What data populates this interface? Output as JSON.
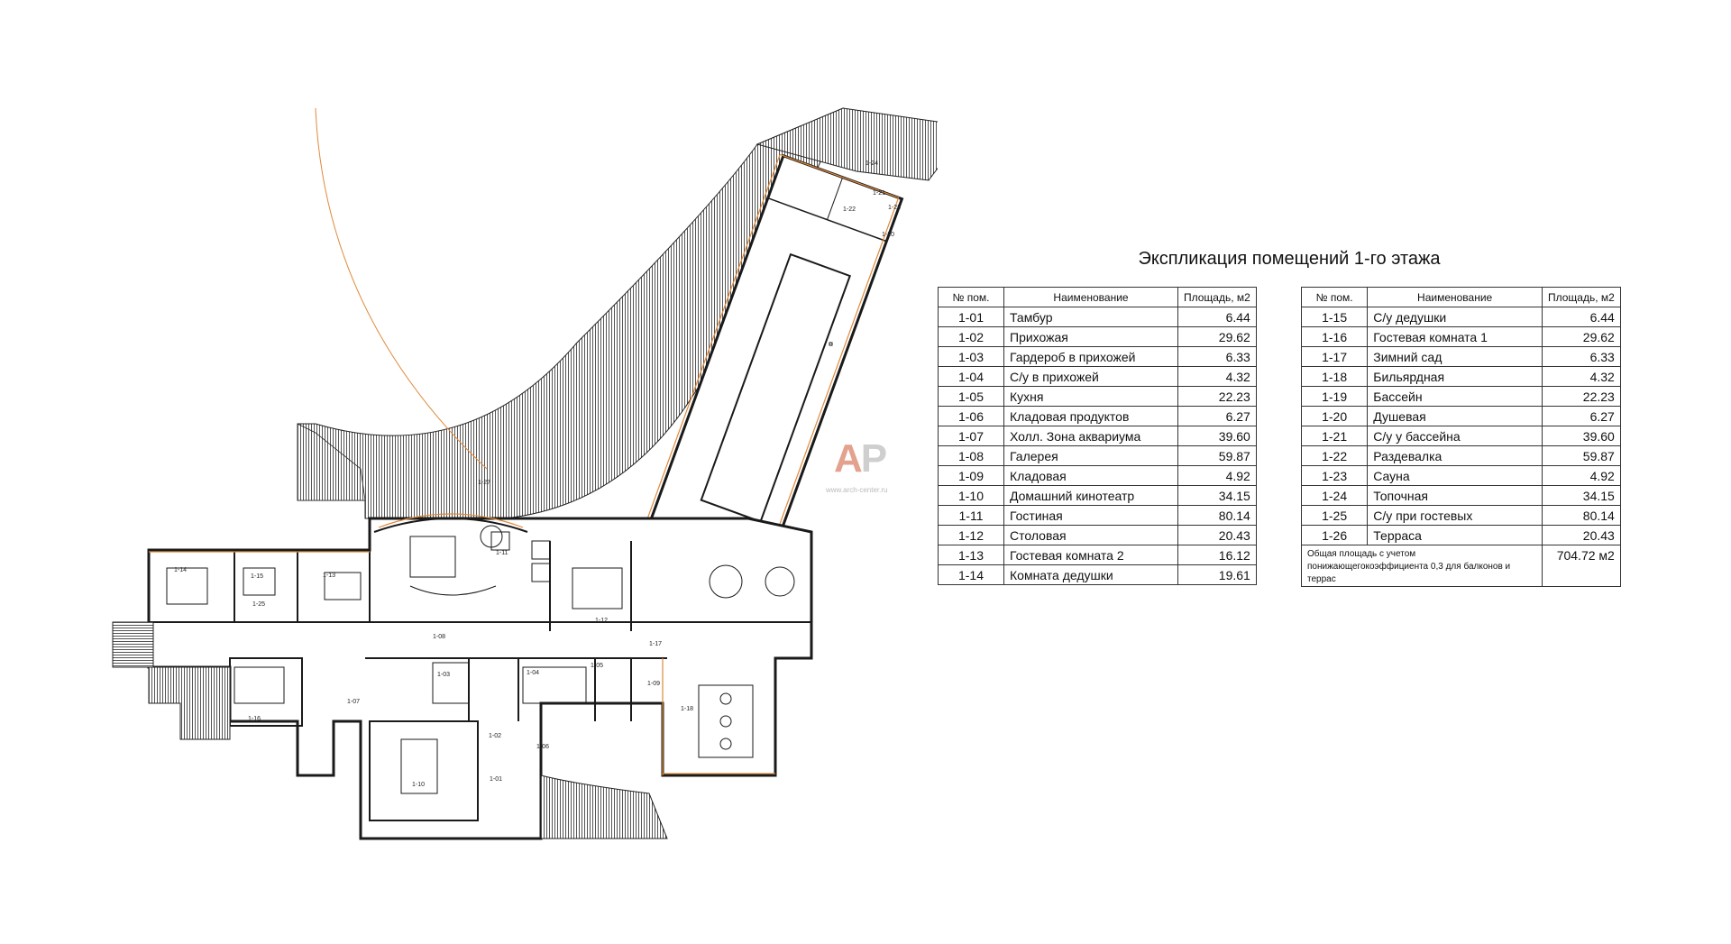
{
  "title": "Экспликация помещений 1-го этажа",
  "logo": {
    "text_a": "A",
    "text_b": "P",
    "url": "www.arch-center.ru"
  },
  "colors": {
    "hatch": "#3a3a3a",
    "wall": "#1a1a1a",
    "accent": "#e08a3a",
    "logo": "#e3a18e"
  },
  "headers": {
    "num": "№ пом.",
    "name": "Наименование",
    "area": "Площадь, м2"
  },
  "left_rows": [
    {
      "num": "1-01",
      "name": "Тамбур",
      "area": "6.44"
    },
    {
      "num": "1-02",
      "name": "Прихожая",
      "area": "29.62"
    },
    {
      "num": "1-03",
      "name": "Гардероб в прихожей",
      "area": "6.33"
    },
    {
      "num": "1-04",
      "name": "С/у в прихожей",
      "area": "4.32"
    },
    {
      "num": "1-05",
      "name": "Кухня",
      "area": "22.23"
    },
    {
      "num": "1-06",
      "name": "Кладовая продуктов",
      "area": "6.27"
    },
    {
      "num": "1-07",
      "name": "Холл. Зона аквариума",
      "area": "39.60"
    },
    {
      "num": "1-08",
      "name": "Галерея",
      "area": "59.87"
    },
    {
      "num": "1-09",
      "name": "Кладовая",
      "area": "4.92"
    },
    {
      "num": "1-10",
      "name": "Домашний кинотеатр",
      "area": "34.15"
    },
    {
      "num": "1-11",
      "name": "Гостиная",
      "area": "80.14"
    },
    {
      "num": "1-12",
      "name": "Столовая",
      "area": "20.43"
    },
    {
      "num": "1-13",
      "name": "Гостевая комната 2",
      "area": "16.12"
    },
    {
      "num": "1-14",
      "name": "Комната дедушки",
      "area": "19.61"
    }
  ],
  "right_rows": [
    {
      "num": "1-15",
      "name": "С/у дедушки",
      "area": "6.44"
    },
    {
      "num": "1-16",
      "name": "Гостевая комната 1",
      "area": "29.62"
    },
    {
      "num": "1-17",
      "name": "Зимний сад",
      "area": "6.33"
    },
    {
      "num": "1-18",
      "name": "Бильярдная",
      "area": "4.32"
    },
    {
      "num": "1-19",
      "name": "Бассейн",
      "area": "22.23"
    },
    {
      "num": "1-20",
      "name": "Душевая",
      "area": "6.27"
    },
    {
      "num": "1-21",
      "name": "С/у у бассейна",
      "area": "39.60"
    },
    {
      "num": "1-22",
      "name": "Раздевалка",
      "area": "59.87"
    },
    {
      "num": "1-23",
      "name": "Сауна",
      "area": "4.92"
    },
    {
      "num": "1-24",
      "name": "Топочная",
      "area": "34.15"
    },
    {
      "num": "1-25",
      "name": "С/у при гостевых",
      "area": "80.14"
    },
    {
      "num": "1-26",
      "name": "Терраса",
      "area": "20.43"
    }
  ],
  "total": {
    "label": "Общая площадь с учетом понижающегокоэффициента 0,3 для балконов и террас",
    "value": "704.72 м2"
  },
  "room_labels": [
    "1-01",
    "1-02",
    "1-03",
    "1-04",
    "1-05",
    "1-06",
    "1-07",
    "1-08",
    "1-09",
    "1-10",
    "1-11",
    "1-12",
    "1-13",
    "1-14",
    "1-15",
    "1-16",
    "1-17",
    "1-18",
    "1-20",
    "1-21",
    "1-22",
    "1-23",
    "1-24",
    "1-25",
    "1-27"
  ]
}
